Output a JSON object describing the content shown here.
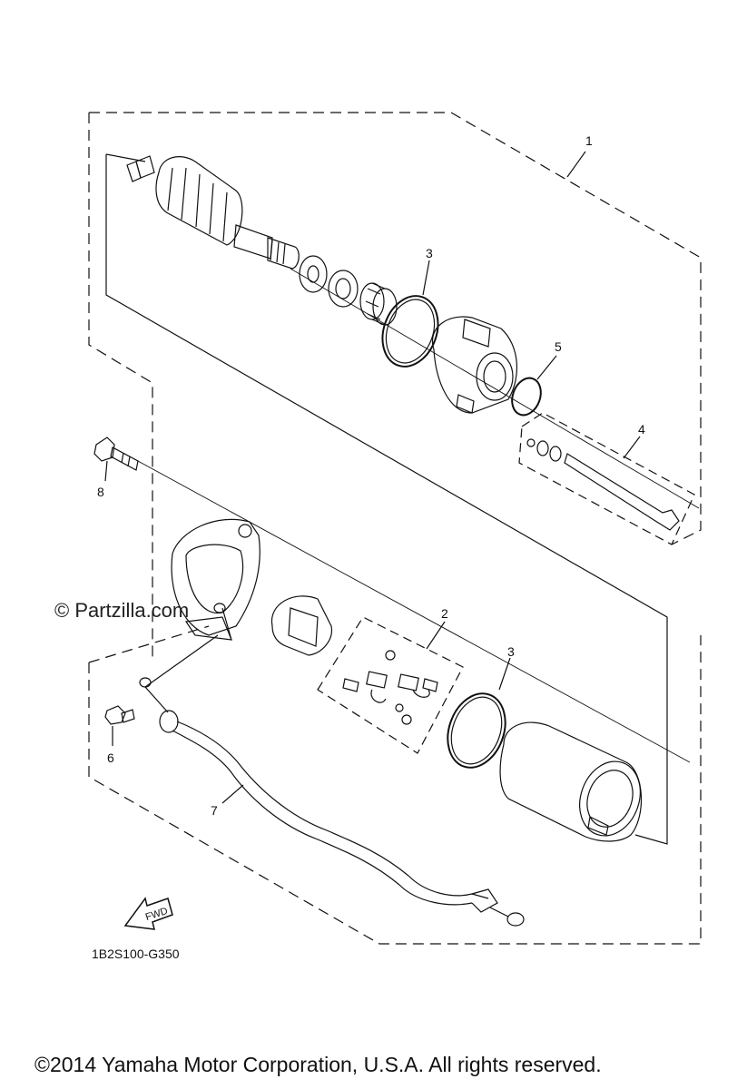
{
  "watermark": "© Partzilla.com",
  "diagram_code": "1B2S100-G350",
  "copyright": "©2014 Yamaha Motor Corporation, U.S.A. All rights reserved.",
  "fwd_label": "FWD",
  "callouts": {
    "c1": "1",
    "c2": "2",
    "c3a": "3",
    "c3b": "3",
    "c4": "4",
    "c5": "5",
    "c6": "6",
    "c7": "7",
    "c8": "8"
  },
  "colors": {
    "line": "#111111",
    "background": "#ffffff"
  }
}
